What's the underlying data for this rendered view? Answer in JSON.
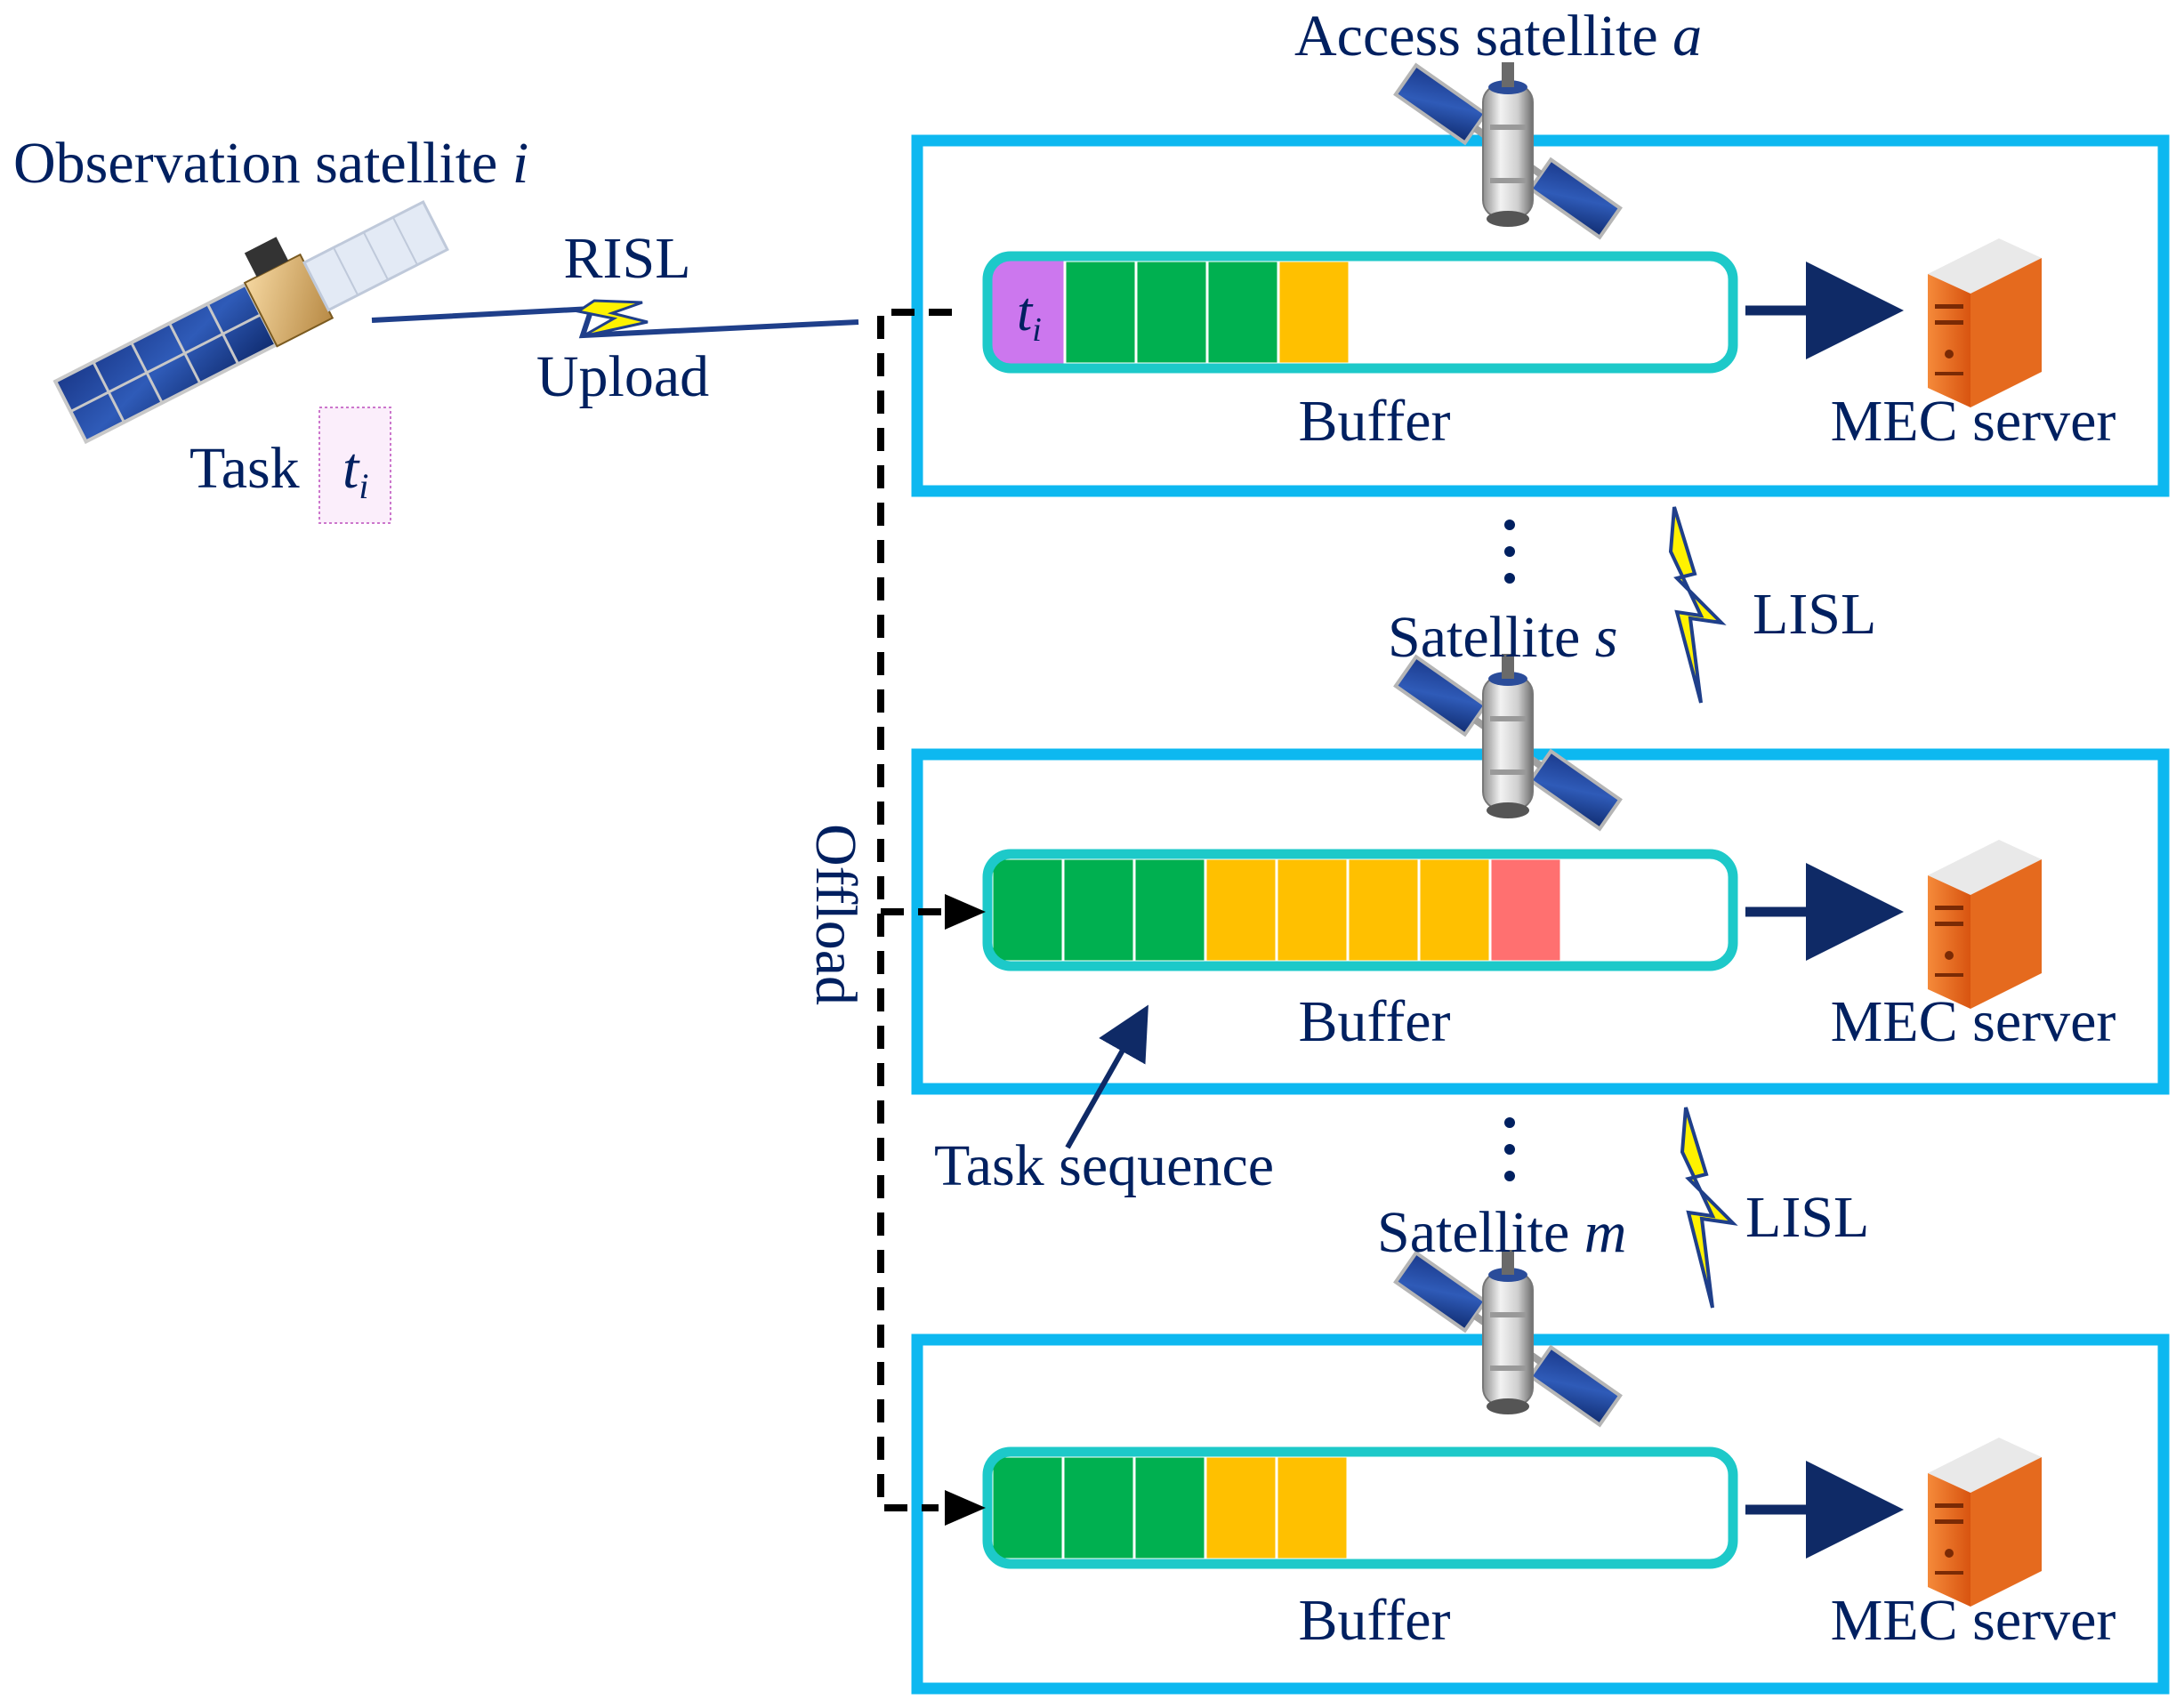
{
  "colors": {
    "label_text": "#002060",
    "panel_border": "#0DB8F0",
    "buffer_border": "#1DC9C9",
    "slot_green": "#00B050",
    "slot_yellow": "#FFC000",
    "slot_red": "#FF7070",
    "slot_task": "#CC77EE",
    "arrow": "#0F2A66",
    "dashed_path": "#000000",
    "lightning_fill": "#FFF200",
    "server_orange": "#F26B1D"
  },
  "observation": {
    "title": "Observation satellite",
    "title_var": "i",
    "task_label": "Task",
    "task_var": "t",
    "task_sub": "i"
  },
  "links": {
    "risl": "RISL",
    "upload": "Upload",
    "offload": "Offload",
    "lisl_1": "LISL",
    "lisl_2": "LISL"
  },
  "annotation": {
    "task_sequence": "Task sequence"
  },
  "panels": [
    {
      "satellite_name": "Access satellite",
      "satellite_var": "a",
      "buffer_label": "Buffer",
      "server_label": "MEC server",
      "queued_task": {
        "var": "t",
        "sub": "i"
      },
      "slots": [
        "green",
        "green",
        "green",
        "yellow"
      ]
    },
    {
      "satellite_name": "Satellite",
      "satellite_var": "s",
      "buffer_label": "Buffer",
      "server_label": "MEC server",
      "slots": [
        "green",
        "green",
        "green",
        "yellow",
        "yellow",
        "yellow",
        "yellow",
        "red"
      ]
    },
    {
      "satellite_name": "Satellite",
      "satellite_var": "m",
      "buffer_label": "Buffer",
      "server_label": "MEC server",
      "slots": [
        "green",
        "green",
        "green",
        "yellow",
        "yellow"
      ]
    }
  ]
}
